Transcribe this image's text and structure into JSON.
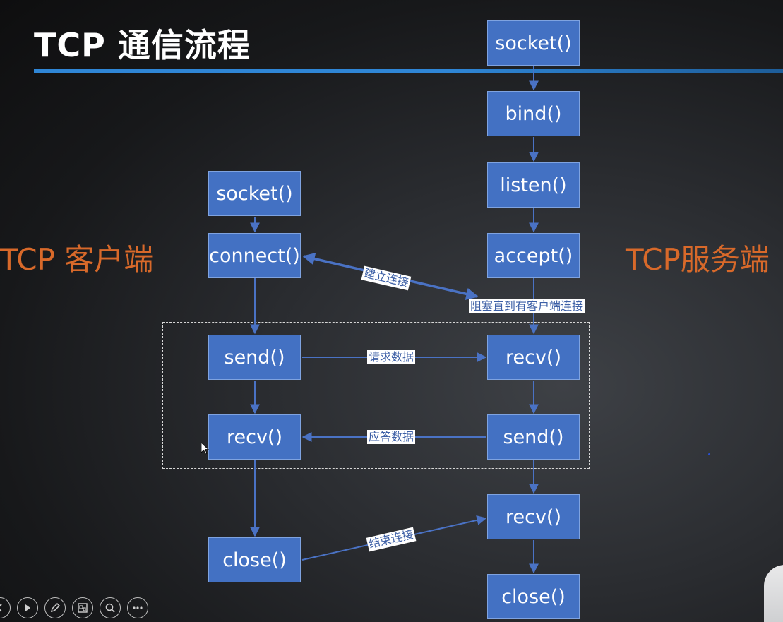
{
  "slide": {
    "title": "TCP 通信流程",
    "client_label": "TCP 客户端",
    "server_label": "TCP服务端"
  },
  "server": {
    "socket": "socket()",
    "bind": "bind()",
    "listen": "listen()",
    "accept": "accept()",
    "recv": "recv()",
    "send": "send()",
    "recv2": "recv()",
    "close": "close()"
  },
  "client": {
    "socket": "socket()",
    "connect": "connect()",
    "send": "send()",
    "recv": "recv()",
    "close": "close()"
  },
  "edges": {
    "connect": "建立连接",
    "block_note": "阻塞直到有客户端连接",
    "request": "请求数据",
    "response": "应答数据",
    "finish": "结束连接"
  },
  "colors": {
    "box": "#4371c3",
    "arrow": "#4a72c4",
    "title_rule": "#2f86d6",
    "side_label": "#d8692a"
  },
  "toolbar": {
    "icons": [
      "back-icon",
      "play-icon",
      "pen-icon",
      "slides-icon",
      "zoom-icon",
      "more-icon"
    ]
  }
}
